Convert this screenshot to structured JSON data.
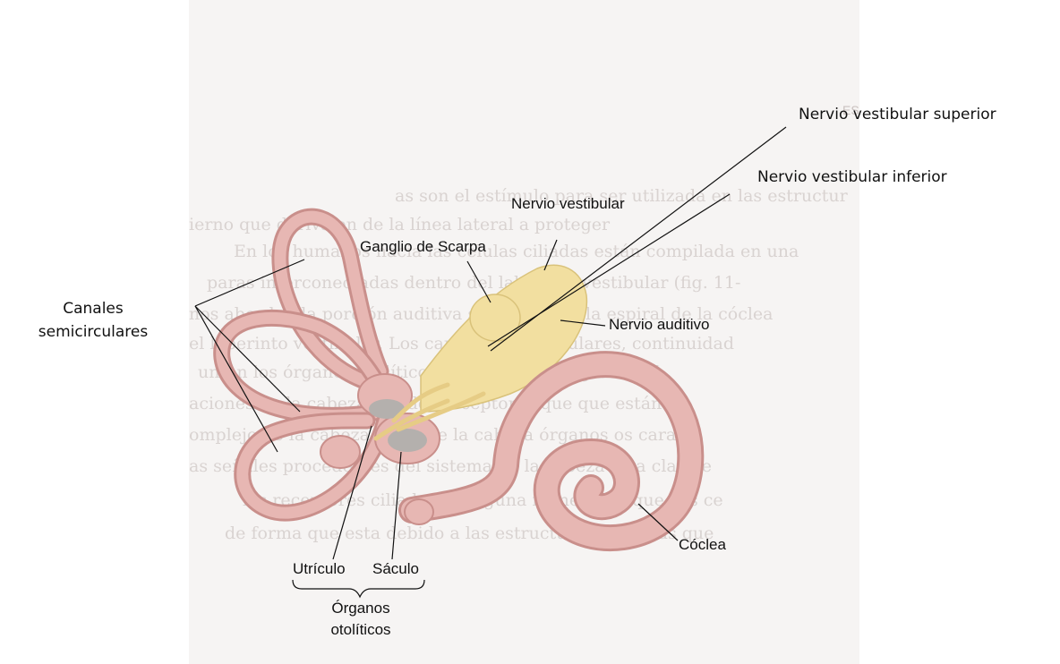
{
  "callouts": {
    "superior": "Nervio vestibular superior",
    "inferior": "Nervio vestibular inferior",
    "canales_line1": "Canales",
    "canales_line2": "semicirculares"
  },
  "figure_labels": {
    "vestibular": "Nervio vestibular",
    "scarpa": "Ganglio de Scarpa",
    "auditivo": "Nervio auditivo",
    "coclea": "Cóclea",
    "utriculo": "Utrículo",
    "saculo": "Sáculo",
    "organos_line1": "Órganos",
    "organos_line2": "otolíticos"
  },
  "background_text": {
    "header": "ESTIBULAR",
    "lines": [
      "as son el estímulo para ser utilizada en las estructur",
      "ierno que deriva en de la línea lateral a proteger",
      "En los humanos hacia las células ciliadas están compilada en una",
      "paras interconectadas dentro del laberinto vestibular (fig. 11-",
      "nos abordan la porción auditiva sin embargo, la espiral de la cóclea",
      "el laberinto vestibular. Los canales semicirculares, continuidad",
      "untan los órganos otolíticos que de en de la gravedad",
      "aciones de la cabeza, los dos receptores que que están",
      "omplejo de la cabeza como de la cabeza órganos os cara",
      "as señales procedentes del sistema de la cabeza esta clave e",
      "los receptores ciliados de alguna manera porque sus ce",
      "de forma que esta debido a las estructuras de en las que"
    ]
  },
  "colors": {
    "labyrinth_fill": "#e7b7b3",
    "labyrinth_stroke": "#c98f8b",
    "nerve_fill": "#f2dfa0",
    "otolith_fill": "#b4b0ad"
  }
}
